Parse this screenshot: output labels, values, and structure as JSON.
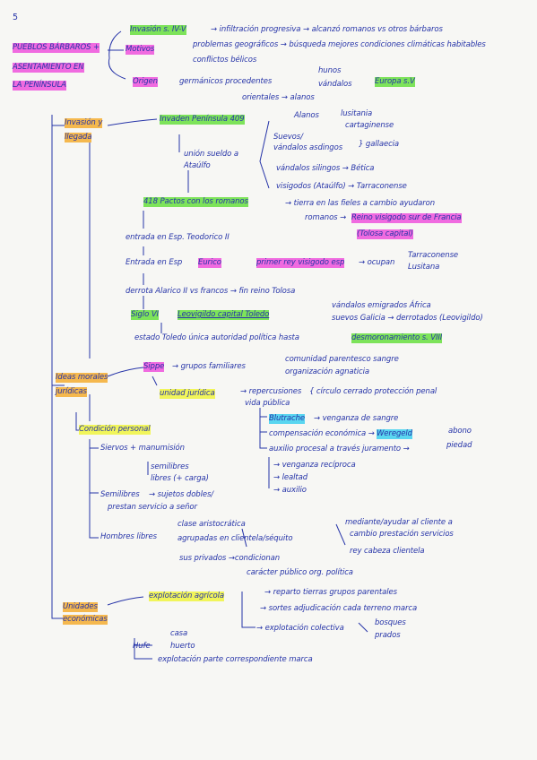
{
  "page_number": "5",
  "title_lines": [
    "PUEBLOS BÁRBAROS +",
    "ASENTAMIENTO EN",
    "LA PENÍNSULA"
  ],
  "top": {
    "invasion": "Invasión s. IV-V",
    "invasion_rest": "→ infiltración progresiva → alcanzó romanos vs otros bárbaros",
    "motivos": "Motivos",
    "motivos_1": "problemas geográficos → búsqueda mejores condiciones climáticas habitables",
    "motivos_2": "conflictos bélicos",
    "origen": "Origen",
    "origen_1": "germánicos procedentes",
    "origen_hunos": "hunos",
    "origen_vandalos": "vándalos",
    "origen_europa": "Europa s.V",
    "origen_2": "orientales → alanos"
  },
  "llegada": {
    "label_1": "Invasión y",
    "label_2": "llegada",
    "invaden": "Invaden Península 409",
    "alanos": "Alanos",
    "lusitania": "lusitania",
    "cartaginense": "cartaginense",
    "suevos_1": "Suevos/",
    "suevos_2": "vándalos asdingos",
    "gallaecia": "} gallaecia",
    "silingos": "vándalos silingos → Bética",
    "visigodos": "visigodos (Ataúlfo) → Tarraconense",
    "ataulfo_1": "unión sueldo a",
    "ataulfo_2": "Ataúlfo",
    "pactos": "418 Pactos con los romanos",
    "pactos_rest": "→ tierra en las fieles a cambio ayudaron",
    "romanos": "romanos →",
    "reino_francia": "Reino visigodo sur de Francia",
    "tolosa": "(Tolosa capital)",
    "teodorico": "entrada en Esp. Teodorico II",
    "eurico_pre": "Entrada en Esp",
    "eurico": "Eurico",
    "primer_rey": "primer rey visigodo esp",
    "ocupan": "→ ocupan",
    "tarraconense": "Tarraconense",
    "lusitana": "Lusitana",
    "derrota": "derrota Alarico II vs francos → fin reino Tolosa",
    "siglo_vi": "Siglo VI",
    "leovigildo": "Leovigildo capital Toledo",
    "vandalos_africa": "vándalos emigrados África",
    "suevos_gali": "suevos Galicia → derrotados (Leovigildo)",
    "estado": "estado Toledo única autoridad política hasta",
    "desmoronamiento": "desmoronamiento s. VIII"
  },
  "ideas": {
    "label_1": "Ideas morales",
    "label_2": "jurídicas",
    "sippe": "Sippe",
    "sippe_rest": "→ grupos familiares",
    "comunidad": "comunidad parentesco sangre",
    "organizacion": "organización agnaticia",
    "unidad": "unidad jurídica",
    "repercusiones_1": "→ repercusiones",
    "repercusiones_2": "vida pública",
    "circulo": "{ círculo cerrado protección penal",
    "blutrache": "Blutrache",
    "blutrache_rest": "→ venganza de sangre",
    "compensacion": "compensación económica →",
    "weregeld": "Weregeld",
    "abono": "abono",
    "juramento": "auxilio procesal a través juramento →",
    "piedad": "piedad",
    "ortodoxos": "",
    "venganza": "→ venganza recíproca",
    "lealtad": "→ lealtad",
    "auxilio": "→ auxilio"
  },
  "condicion": {
    "label": "Condición personal",
    "siervos": "Siervos + manumisión",
    "semilibres": "semilibres",
    "libres": "libres (+ carga)",
    "semilibres_2": "Semilibres",
    "sujetos": "→ sujetos dobles/",
    "prestan": "prestan servicio a señor",
    "hombres_libres": "Hombres libres",
    "aristocratica": "clase aristocrática",
    "agrupadas": "agrupadas en clientela/séquito",
    "mediante": "mediante/ayudar al cliente a",
    "cambio": "cambio prestación servicios",
    "rey": "rey cabeza clientela",
    "sus_privados": "sus privados →condicionan",
    "caracter": "carácter público org. política"
  },
  "unidades": {
    "label_1": "Unidades",
    "label_2": "económicas",
    "explotacion": "explotación agrícola",
    "reparto": "→ reparto tierras grupos parentales",
    "sortes": "→ sortes adjudicación cada terreno marca",
    "colectiva": "→ explotación colectiva",
    "bosques": "bosques",
    "prados": "prados",
    "hufe": "Hufe",
    "casa": "casa",
    "huerto": "huerto",
    "parte": "explotación parte correspondiente marca"
  },
  "colors": {
    "ink": "#2634a8",
    "yellow": "#f1f55a",
    "green": "#7de35a",
    "pink": "#f06be0",
    "orange": "#f5b84e",
    "cyan": "#5ad6f0"
  }
}
